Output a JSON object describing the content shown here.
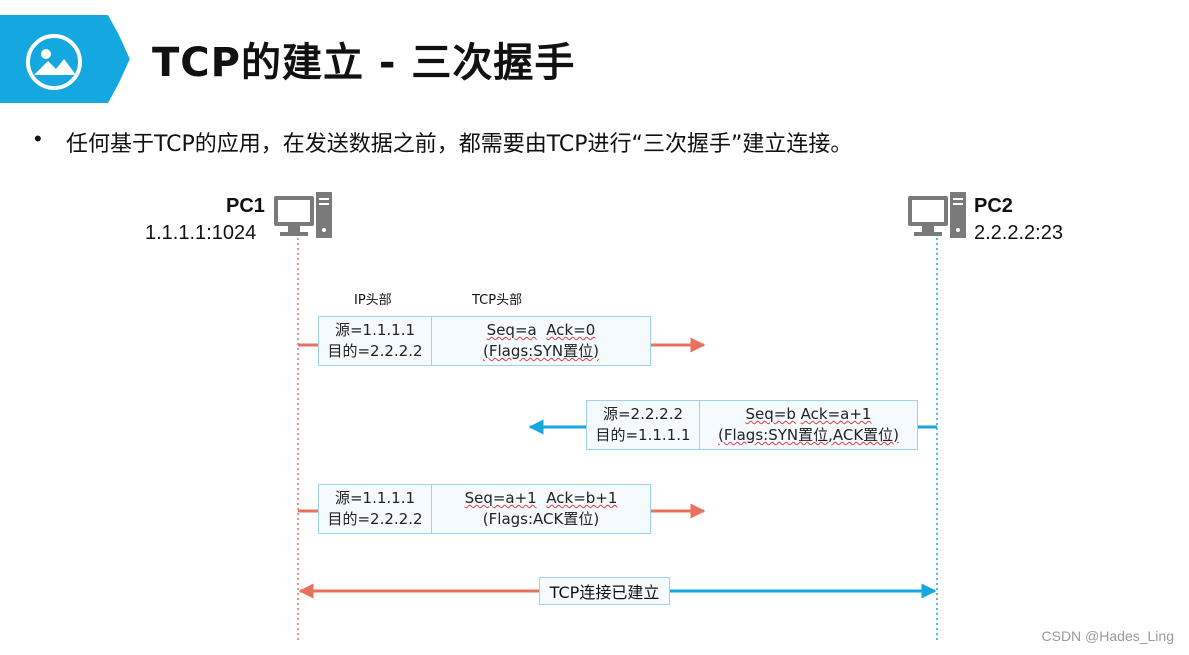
{
  "title": "TCP的建立 - 三次握手",
  "bullet": {
    "marker": "•",
    "text": "任何基于TCP的应用，在发送数据之前，都需要由TCP进行“三次握手”建立连接。"
  },
  "pc1": {
    "name": "PC1",
    "address": "1.1.1.1:1024",
    "icon": "computer-icon"
  },
  "pc2": {
    "name": "PC2",
    "address": "2.2.2.2:23",
    "icon": "computer-icon"
  },
  "header_labels": {
    "ip": "IP头部",
    "tcp": "TCP头部"
  },
  "messages": [
    {
      "direction": "PC1→PC2",
      "src": "源=1.1.1.1",
      "dst": "目的=2.2.2.2",
      "seq": "Seq=a",
      "ack": "Ack=0",
      "flags": "(Flags:SYN置位)"
    },
    {
      "direction": "PC2→PC1",
      "src": "源=2.2.2.2",
      "dst": "目的=1.1.1.1",
      "seq": "Seq=b",
      "ack": "Ack=a+1",
      "flags": "(Flags:SYN置位,ACK置位)"
    },
    {
      "direction": "PC1→PC2",
      "src": "源=1.1.1.1",
      "dst": "目的=2.2.2.2",
      "seq": "Seq=a+1",
      "ack": "Ack=b+1",
      "flags": "(Flags:ACK置位)"
    }
  ],
  "established": "TCP连接已建立",
  "watermark": "CSDN @Hades_Ling",
  "colors": {
    "banner": "#14a7e0",
    "pc1_line": "#e8705e",
    "pc2_line": "#14a7e0",
    "box_border": "#9dd3ec",
    "box_fill": "#f4fafd"
  }
}
